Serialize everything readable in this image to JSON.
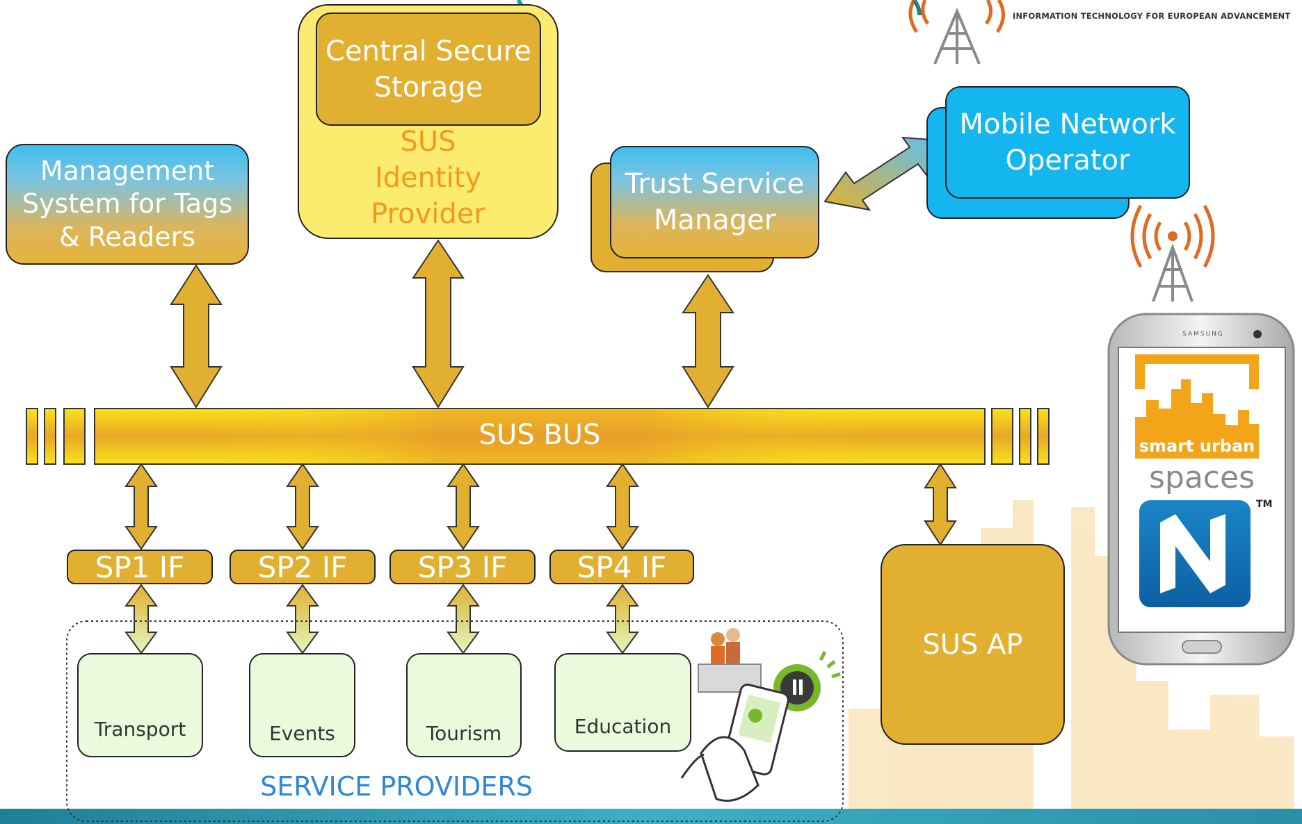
{
  "diagram": {
    "central_storage": "Central Secure Storage",
    "identity_provider": "SUS Identity Provider",
    "management_system": "Management System for Tags & Readers",
    "trust_service_manager": "Trust Service Manager",
    "mobile_network_operator": "Mobile Network Operator",
    "bus": "SUS BUS",
    "sp_interfaces": [
      "SP1 IF",
      "SP2 IF",
      "SP3 IF",
      "SP4 IF"
    ],
    "service_providers": [
      "Transport",
      "Events",
      "Tourism",
      "Education"
    ],
    "service_providers_title": "SERVICE PROVIDERS",
    "access_point": "SUS AP"
  },
  "header": {
    "itea_tagline": "INFORMATION TECHNOLOGY FOR EUROPEAN ADVANCEMENT"
  },
  "phone": {
    "brand": "SAMSUNG",
    "logo_line1": "smart urban",
    "logo_line2": "spaces",
    "nfc_mark": "TM"
  },
  "colors": {
    "gold": "#e2b030",
    "blue": "#13b6ef",
    "pale_yellow": "#fbeb6e",
    "service_blue": "#2e86d6",
    "footer_teal": "#2a8fa8"
  }
}
